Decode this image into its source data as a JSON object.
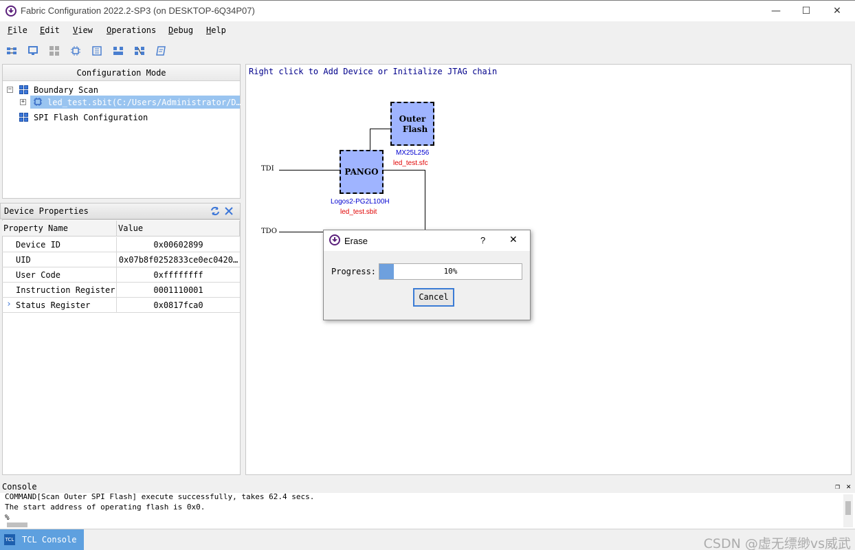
{
  "window": {
    "title": "Fabric Configuration 2022.2-SP3 (on DESKTOP-6Q34P07)",
    "minimize": "—",
    "maximize": "☐",
    "close": "✕"
  },
  "menu": [
    "File",
    "Edit",
    "View",
    "Operations",
    "Debug",
    "Help"
  ],
  "toolbar_icons": [
    "scan-chain-icon",
    "monitor-icon",
    "grid-icon",
    "chip-icon",
    "list-icon",
    "chain-icon",
    "chain-alt-icon",
    "book-icon"
  ],
  "config_panel": {
    "header": "Configuration Mode",
    "tree": [
      {
        "label": "Boundary Scan",
        "expander": "−"
      },
      {
        "label": "led_test.sbit(C:/Users/Administrator/D…",
        "expander": "+"
      },
      {
        "label": "SPI Flash Configuration"
      }
    ]
  },
  "device_properties": {
    "title": "Device Properties",
    "columns": [
      "Property Name",
      "Value"
    ],
    "rows": [
      {
        "name": "Device ID",
        "value": "0x00602899"
      },
      {
        "name": "UID",
        "value": "0x07b8f0252833ce0ec0420…"
      },
      {
        "name": "User Code",
        "value": "0xffffffff"
      },
      {
        "name": "Instruction Register",
        "value": "0001110001"
      },
      {
        "name": "Status Register",
        "value": "0x0817fca0",
        "expander": "›"
      }
    ]
  },
  "canvas": {
    "hint": "Right click to Add Device or Initialize JTAG chain",
    "tdi": "TDI",
    "tdo": "TDO",
    "fpga": {
      "label": "PANGO",
      "device": "Logos2-PG2L100H",
      "file": "led_test.sbit"
    },
    "flash": {
      "label_line1": "Outer",
      "label_line2": "Flash",
      "device": "MX25L256",
      "file": "led_test.sfc"
    }
  },
  "dialog": {
    "title": "Erase",
    "help": "?",
    "close": "✕",
    "progress_label": "Progress:",
    "progress_value": 10,
    "progress_text": "10%",
    "cancel": "Cancel"
  },
  "console": {
    "title": "Console",
    "lines": [
      "COMMAND[Scan Outer SPI Flash] execute successfully, takes 62.4 secs.",
      "The start address of operating flash is 0x0.",
      "%"
    ],
    "tab": "TCL Console",
    "tab_icon_text": "TCL"
  },
  "watermark": "CSDN @虚无缥缈vs威武",
  "colors": {
    "accent": "#5ea0df",
    "chip_fill": "#9fb4ff",
    "hint": "#00008b",
    "device_label": "#0000d0",
    "file_label": "#e00000"
  }
}
